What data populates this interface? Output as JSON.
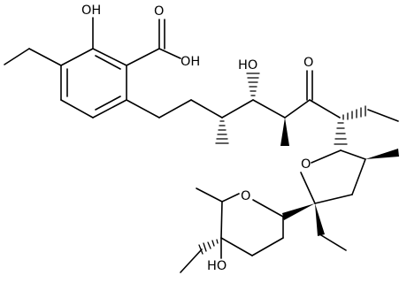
{
  "atom_labels": {
    "phenol_oh": "OH",
    "acid_carbonyl_o": "O",
    "acid_oh": "OH",
    "secondary_oh": "HO",
    "ketone_o": "O",
    "thf_o": "O",
    "thp_o": "O",
    "tertiary_oh": "HO"
  }
}
